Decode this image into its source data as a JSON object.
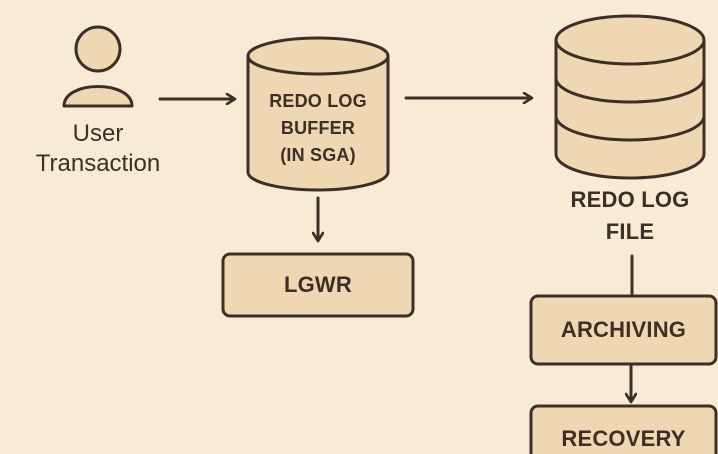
{
  "diagram": {
    "user": {
      "label_line1": "User",
      "label_line2": "Transaction"
    },
    "buffer": {
      "line1": "REDO LOG",
      "line2": "BUFFER",
      "line3": "(IN SGA)"
    },
    "lgwr": {
      "label": "LGWR"
    },
    "redo_file": {
      "line1": "REDO LOG",
      "line2": "FILE"
    },
    "archiving": {
      "label": "ARCHIVING"
    },
    "recovery": {
      "label": "RECOVERY"
    }
  },
  "colors": {
    "background": "#f7ebd6",
    "shape_fill": "#f0d7b3",
    "stroke": "#3c3026"
  }
}
